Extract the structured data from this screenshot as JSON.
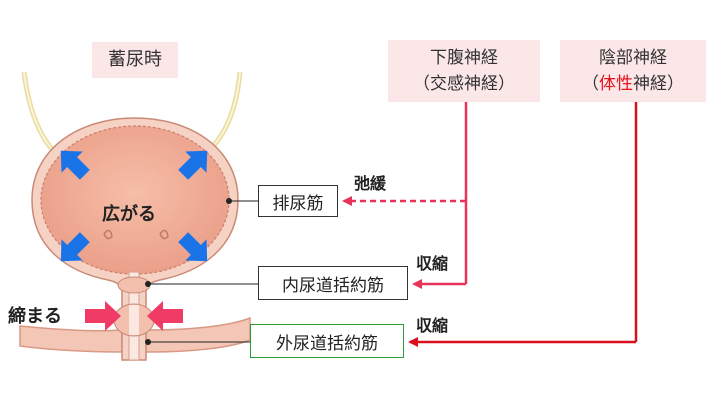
{
  "state_label": "蓄尿時",
  "expand_label": "広がる",
  "tighten_label": "締まる",
  "muscles": {
    "detrusor": "排尿筋",
    "internal_sphincter": "内尿道括約筋",
    "external_sphincter": "外尿道括約筋"
  },
  "nerves": {
    "hypogastric": {
      "line1": "下腹神経",
      "line2_open": "（交感神経）"
    },
    "pudendal": {
      "line1": "陰部神経",
      "open_paren": "（",
      "highlight": "体性",
      "rest": "神経）"
    }
  },
  "actions": {
    "relax": "弛緩",
    "contract_internal": "収縮",
    "contract_external": "収縮"
  },
  "colors": {
    "nerve_line": "#e8345a",
    "pudendal_line": "#d9101f",
    "arrow_blue": "#1a74e8",
    "arrow_pink": "#ef3b66",
    "bladder_fill": "#f2a893",
    "tube_fill": "#f6d2c4",
    "box_bg_pink": "#fbe6e8",
    "external_box_border": "#2e9b3a"
  }
}
